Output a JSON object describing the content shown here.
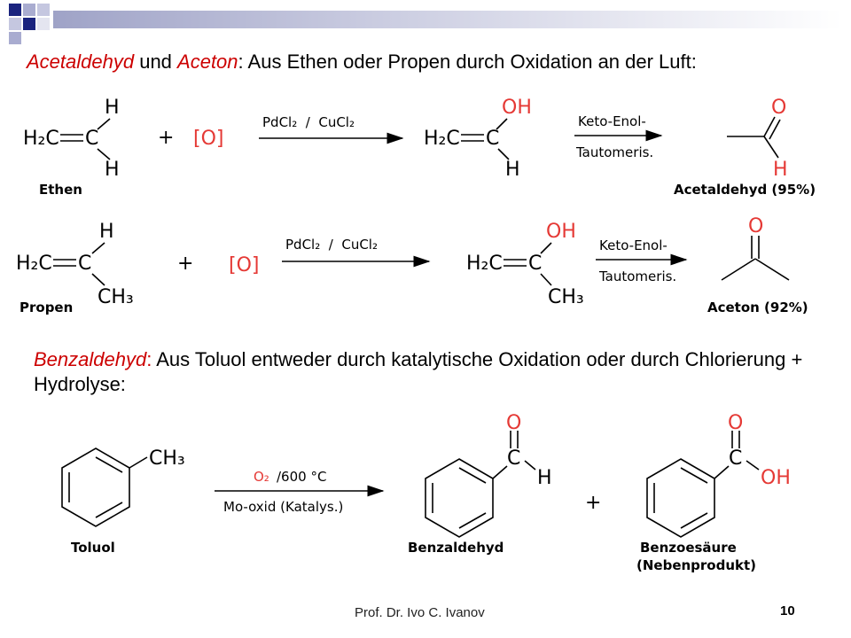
{
  "colors": {
    "accent_red": "#cc0000",
    "navy": "#1a237e",
    "gray": "#9ea3c8",
    "red_label": "#e53935"
  },
  "intro": {
    "term1": "Acetaldehyd",
    "mid1": " und ",
    "term2": "Aceton",
    "rest": ": Aus Ethen oder Propen durch Oxidation an der Luft:"
  },
  "reaction1": {
    "reactant_h_top": "H",
    "reactant_h_bottom": "H",
    "reactant_h2c": "H₂C",
    "reactant_c": "C",
    "reactant_name": "Ethen",
    "plus": "+",
    "oxidant": "[O]",
    "catalyst": "PdCl₂  /  CuCl₂",
    "intermediate_oh": "OH",
    "intermediate_h2c": "H₂C",
    "intermediate_c": "C",
    "intermediate_h": "H",
    "taut_line1": "Keto-Enol-",
    "taut_line2": "Tautomeris.",
    "product_o": "O",
    "product_h": "H",
    "product_name": "Acetaldehyd (95%)"
  },
  "reaction2": {
    "reactant_h_top": "H",
    "reactant_h2c": "H₂C",
    "reactant_c": "C",
    "reactant_ch3": "CH₃",
    "reactant_name": "Propen",
    "plus": "+",
    "oxidant": "[O]",
    "catalyst": "PdCl₂  /  CuCl₂",
    "intermediate_oh": "OH",
    "intermediate_h2c": "H₂C",
    "intermediate_c": "C",
    "intermediate_ch3": "CH₃",
    "taut_line1": "Keto-Enol-",
    "taut_line2": "Tautomeris.",
    "product_o": "O",
    "product_name": "Aceton (92%)"
  },
  "benzaldehyde_text": {
    "term": "Benzaldehyd",
    "colon": ":",
    "rest": " Aus Toluol entweder durch katalytische Oxidation oder durch Chlorierung + Hydrolyse:"
  },
  "reaction3": {
    "toluol_ch3": "CH₃",
    "toluol_name": "Toluol",
    "cond_o2": "O₂",
    "cond_temp": "/600 °C",
    "cond_cat": "Mo-oxid (Katalys.)",
    "benz_o": "O",
    "benz_c": "C",
    "benz_h": "H",
    "benz_name": "Benzaldehyd",
    "plus": "+",
    "acid_o": "O",
    "acid_c": "C",
    "acid_oh": "OH",
    "acid_name_line1": "Benzoesäure",
    "acid_name_line2": "(Nebenprodukt)"
  },
  "footer": {
    "author": "Prof. Dr. Ivo C. Ivanov",
    "page": "10"
  }
}
